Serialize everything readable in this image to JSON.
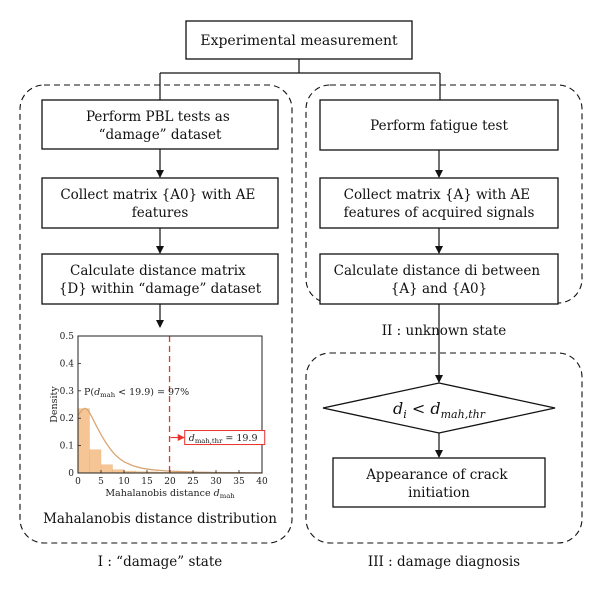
{
  "top": {
    "label": "Experimental measurement"
  },
  "left": {
    "step1": [
      "Perform PBL tests as",
      "“damage” dataset"
    ],
    "step2": [
      "Collect matrix {A0} with AE",
      "features"
    ],
    "step3": [
      "Calculate distance matrix",
      "{D} within “damage” dataset"
    ],
    "caption": "Mahalanobis distance distribution",
    "group_label": "I : “damage” state"
  },
  "right": {
    "step1": [
      "Perform fatigue test"
    ],
    "step2": [
      "Collect matrix {A} with AE",
      "features of acquired signals"
    ],
    "step3": [
      "Calculate distance di between",
      "{A} and {A0}"
    ],
    "group_label": "II : unknown state"
  },
  "diagnosis": {
    "condition": {
      "lhs": "d",
      "lhs_sub": "i",
      "op": " < ",
      "rhs": "d",
      "rhs_sub": "mah,thr"
    },
    "result": [
      "Appearance of crack",
      "initiation"
    ],
    "group_label": "III : damage diagnosis"
  },
  "chart_data": {
    "type": "bar",
    "title": "",
    "xlabel": "Mahalanobis distance d_mah",
    "ylabel": "Density",
    "xlim": [
      0,
      40
    ],
    "ylim": [
      0,
      0.5
    ],
    "xticks": [
      0,
      5,
      10,
      15,
      20,
      25,
      30,
      35,
      40
    ],
    "yticks": [
      0,
      0.1,
      0.2,
      0.3,
      0.4,
      0.5
    ],
    "bin_edges": [
      0,
      2.5,
      5,
      7.5,
      10,
      12.5,
      15,
      17.5,
      20,
      22.5,
      25,
      27.5,
      30
    ],
    "values": [
      0.235,
      0.085,
      0.03,
      0.012,
      0.007,
      0.005,
      0.004,
      0.003,
      0.003,
      0.002,
      0.001,
      0.001
    ],
    "curve": {
      "x": [
        0,
        0.5,
        1,
        1.5,
        2,
        2.5,
        3,
        4,
        5,
        6,
        7,
        8,
        9,
        10,
        12,
        14,
        16,
        18,
        20,
        23,
        26,
        30,
        35,
        40
      ],
      "y": [
        0.21,
        0.222,
        0.232,
        0.236,
        0.232,
        0.22,
        0.205,
        0.172,
        0.14,
        0.112,
        0.088,
        0.068,
        0.053,
        0.041,
        0.026,
        0.017,
        0.012,
        0.009,
        0.007,
        0.005,
        0.003,
        0.002,
        0.001,
        0.0005
      ]
    },
    "threshold": {
      "x": 19.9,
      "label": "d_mah,thr = 19.9"
    },
    "annotation": "P(d_mah < 19.9) = 97%",
    "grid": false,
    "bar_color": "#f6c596",
    "curve_color": "#d9a673",
    "threshold_color": "#e8322b"
  }
}
